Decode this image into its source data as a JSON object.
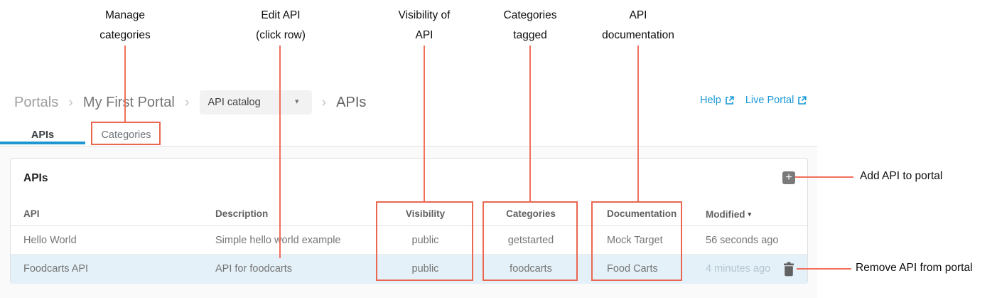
{
  "annotations": {
    "top_labels": [
      {
        "line1": "Manage",
        "line2": "categories"
      },
      {
        "line1": "Edit API",
        "line2": "(click row)"
      },
      {
        "line1": "Visibility of",
        "line2": "API"
      },
      {
        "line1": "Categories",
        "line2": "tagged"
      },
      {
        "line1": "API",
        "line2": "documentation"
      }
    ],
    "right_labels": [
      "Add API to portal",
      "Remove API from portal"
    ],
    "accent_color": "#ea6750"
  },
  "breadcrumb": {
    "items": [
      "Portals",
      "My First Portal"
    ],
    "dropdown_value": "API catalog",
    "current": "APIs"
  },
  "top_links": {
    "help": "Help",
    "live_portal": "Live Portal"
  },
  "tabs": {
    "apis": "APIs",
    "categories": "Categories"
  },
  "panel": {
    "title": "APIs",
    "columns": [
      "API",
      "Description",
      "Visibility",
      "Categories",
      "Documentation",
      "Modified"
    ],
    "rows": [
      {
        "api": "Hello World",
        "description": "Simple hello world example",
        "visibility": "public",
        "categories": "getstarted",
        "documentation": "Mock Target",
        "modified": "56 seconds ago"
      },
      {
        "api": "Foodcarts API",
        "description": "API for foodcarts",
        "visibility": "public",
        "categories": "foodcarts",
        "documentation": "Food Carts",
        "modified": "4 minutes ago"
      }
    ]
  },
  "icons": {
    "add": "+",
    "sort_desc": "▾",
    "dropdown_caret": "▾",
    "breadcrumb_chevron": "›"
  },
  "colors": {
    "annotation_red": "#ea6750",
    "link_blue": "#1899d6",
    "tab_active_blue": "#1e96d2",
    "highlighted_row": "#e4f1f8",
    "content_background": "#fafafa"
  }
}
